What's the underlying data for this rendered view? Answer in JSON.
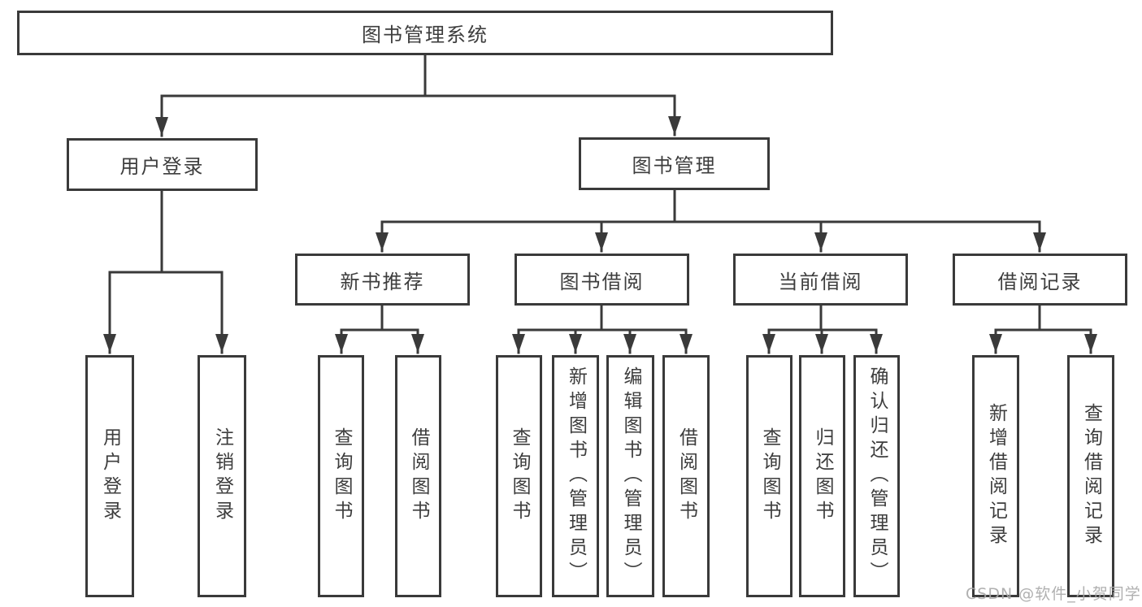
{
  "diagram": {
    "title": "图书管理系统",
    "root": {
      "label": "图书管理系统"
    },
    "level2": [
      {
        "label": "用户登录"
      },
      {
        "label": "图书管理"
      }
    ],
    "level3": [
      {
        "label": "新书推荐"
      },
      {
        "label": "图书借阅"
      },
      {
        "label": "当前借阅"
      },
      {
        "label": "借阅记录"
      }
    ],
    "leaves": {
      "user_login": [
        {
          "label": "用户登录"
        },
        {
          "label": "注销登录"
        }
      ],
      "new_book": [
        {
          "label": "查询图书"
        },
        {
          "label": "借阅图书"
        }
      ],
      "book_borrow": [
        {
          "label": "查询图书"
        },
        {
          "label": "新增图书（管理员）"
        },
        {
          "label": "编辑图书（管理员）"
        },
        {
          "label": "借阅图书"
        }
      ],
      "current_borrow": [
        {
          "label": "查询图书"
        },
        {
          "label": "归还图书"
        },
        {
          "label": "确认归还（管理员）"
        }
      ],
      "borrow_record": [
        {
          "label": "新增借阅记录"
        },
        {
          "label": "查询借阅记录"
        }
      ]
    }
  },
  "watermark": {
    "text": "CSDN @软件_小贺同学"
  },
  "colors": {
    "line": "#3a3a3a",
    "text": "#3d3d3d",
    "box_fill": "#ffffff",
    "background": "#ffffff",
    "watermark": "#a8a8a8"
  }
}
